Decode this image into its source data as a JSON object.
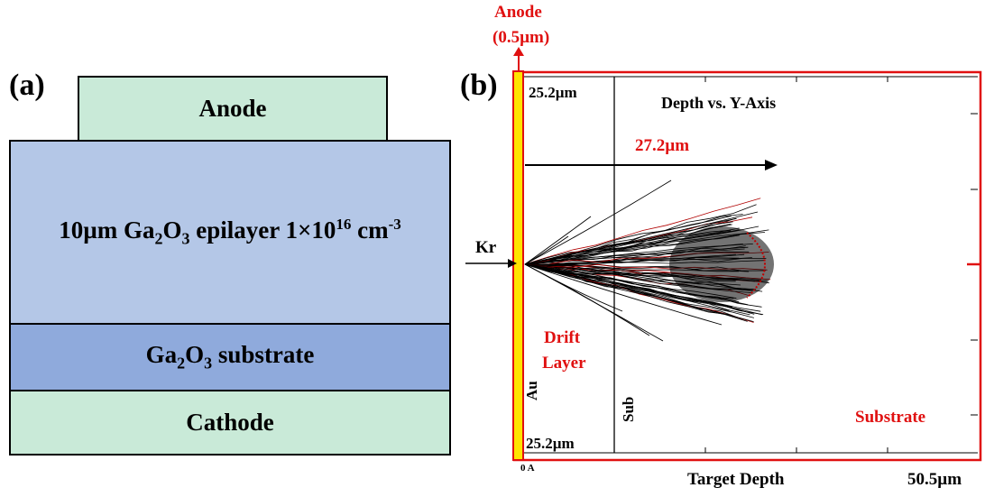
{
  "panel_a": {
    "label": "(a)",
    "anode": "Anode",
    "epilayer": {
      "prefix": "10µm Ga",
      "sub1": "2",
      "mid": "O",
      "sub2": "3",
      "suffix": " epilayer 1×10",
      "sup": "16",
      "unit": " cm",
      "unit_sup": "-3"
    },
    "substrate": {
      "prefix": "Ga",
      "sub1": "2",
      "mid": "O",
      "sub2": "3",
      "suffix": " substrate"
    },
    "cathode": "Cathode",
    "colors": {
      "anode": "#c9ead8",
      "epilayer": "#b4c7e7",
      "substrate": "#8faadc",
      "cathode": "#c9ead8"
    }
  },
  "panel_b": {
    "label": "(b)",
    "anode_label_1": "Anode",
    "anode_label_2": "(0.5µm)",
    "top_depth": "25.2µm",
    "bottom_depth": "25.2µm",
    "title": "Depth vs. Y-Axis",
    "range": "27.2µm",
    "ion": "Kr",
    "drift_1": "Drift",
    "drift_2": "Layer",
    "au": "Au",
    "sub": "Sub",
    "substrate": "Substrate",
    "origin": "0 A",
    "xlabel": "Target Depth",
    "xmax": "50.5µm",
    "colors": {
      "frame": "#e01010",
      "anode_strip": "#ffe400",
      "tracks": "#000000"
    }
  }
}
